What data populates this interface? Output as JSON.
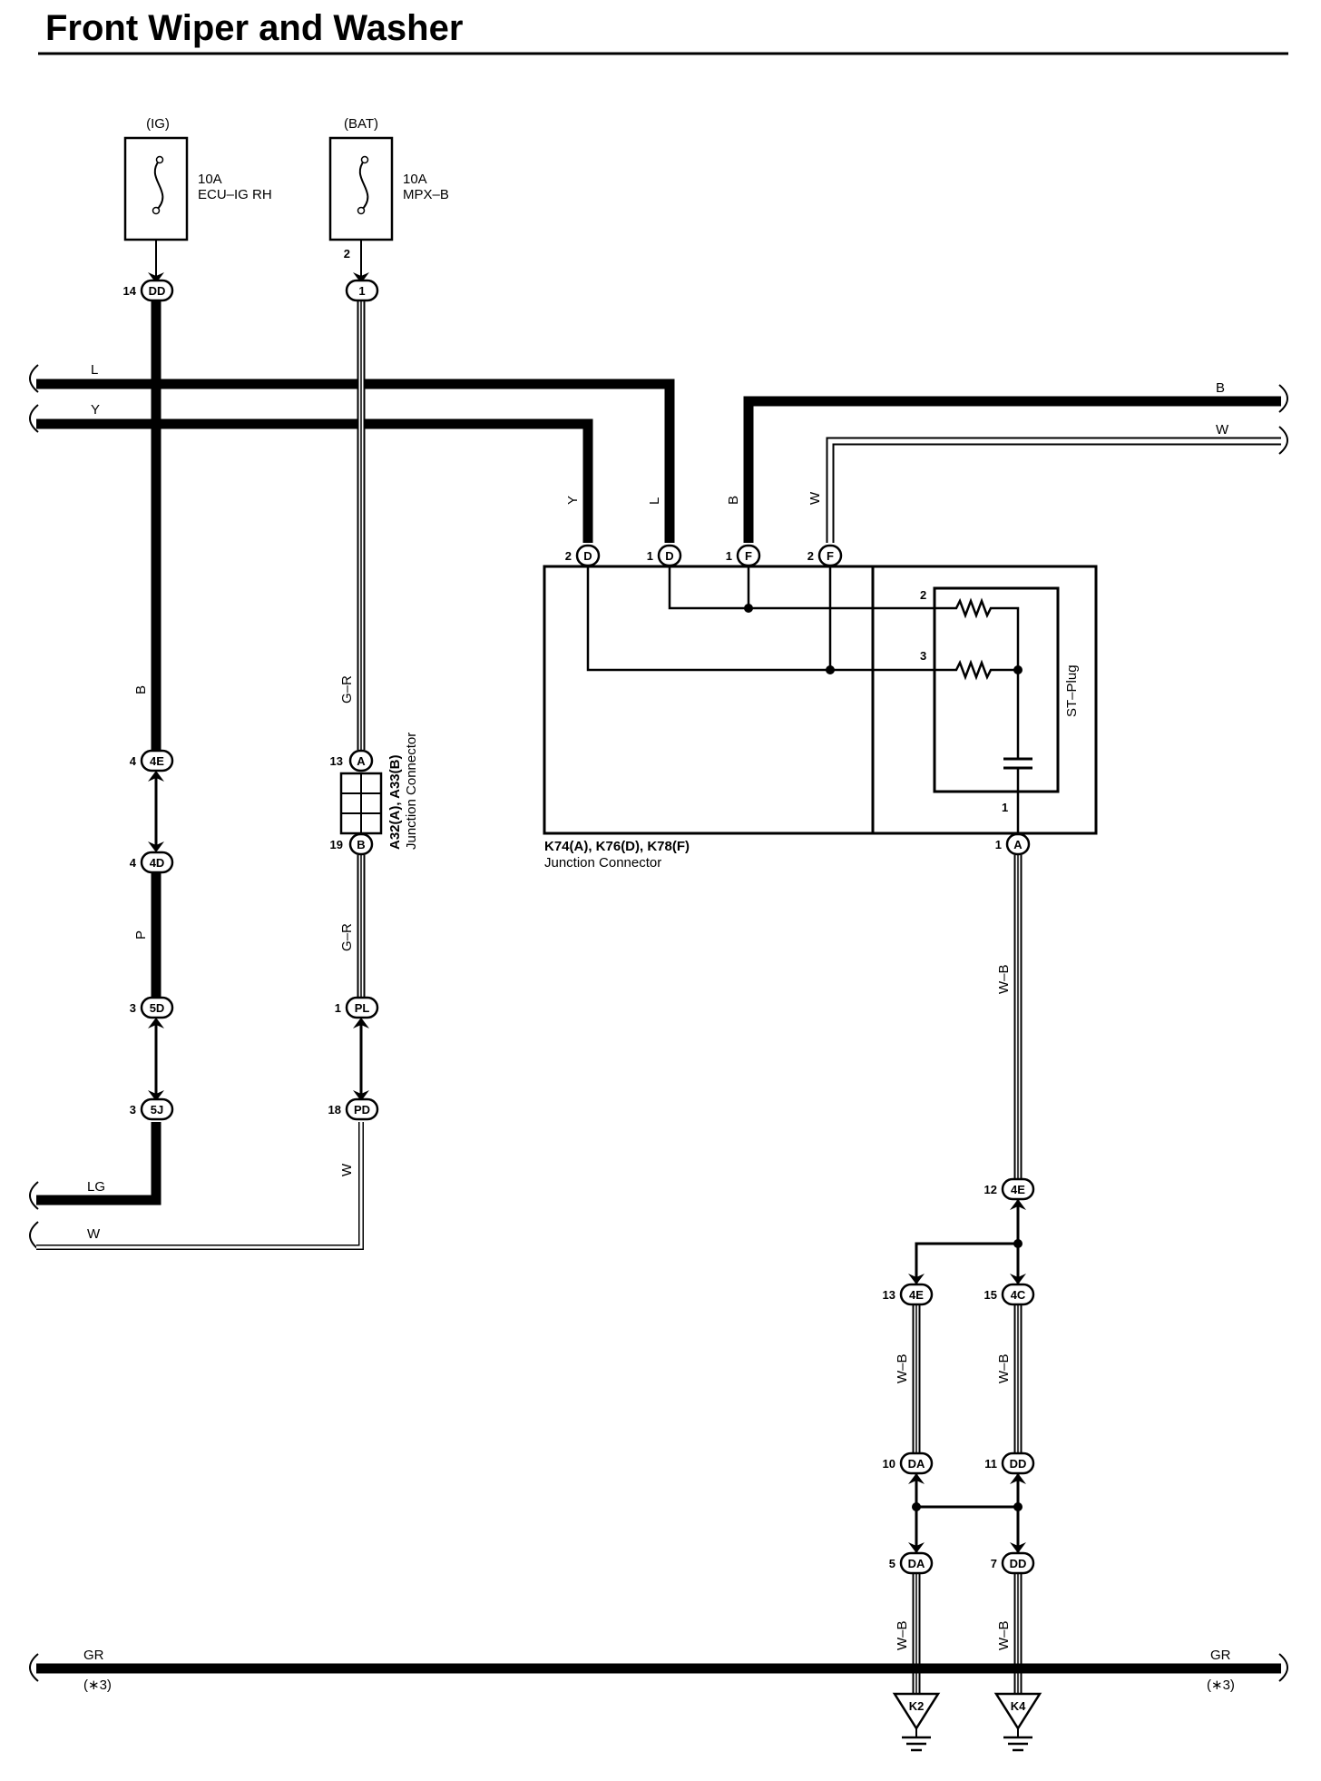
{
  "title": "Front Wiper and Washer",
  "sources": {
    "ig": {
      "label": "(IG)",
      "amp": "10A",
      "name": "ECU–IG RH"
    },
    "bat": {
      "label": "(BAT)",
      "amp": "10A",
      "name": "MPX–B"
    }
  },
  "connectors": {
    "j_a32": {
      "line1": "A32(A), A33(B)",
      "line2": "Junction Connector"
    },
    "j_k74": {
      "line1": "K74(A), K76(D), K78(F)",
      "line2": "Junction Connector"
    },
    "st_plug": "ST–Plug"
  },
  "wire_labels": {
    "L": "L",
    "Y": "Y",
    "B": "B",
    "W": "W",
    "G_R": "G–R",
    "P": "P",
    "LG": "LG",
    "W_B": "W–B",
    "GR": "GR",
    "note3": "(∗3)"
  },
  "pins": {
    "p14": "14",
    "p2": "2",
    "p4": "4",
    "p3": "3",
    "p13": "13",
    "p19": "19",
    "p1": "1",
    "p18": "18",
    "p12": "12",
    "p15": "15",
    "p10": "10",
    "p11": "11",
    "p5": "5",
    "p7": "7"
  },
  "codes": {
    "DD": "DD",
    "one": "1",
    "E4": "4E",
    "D4": "4D",
    "D5": "5D",
    "J5": "5J",
    "A": "A",
    "B": "B",
    "PL": "PL",
    "PD": "PD",
    "D": "D",
    "F": "F",
    "C4": "4C",
    "DA": "DA",
    "K2": "K2",
    "K4": "K4"
  }
}
